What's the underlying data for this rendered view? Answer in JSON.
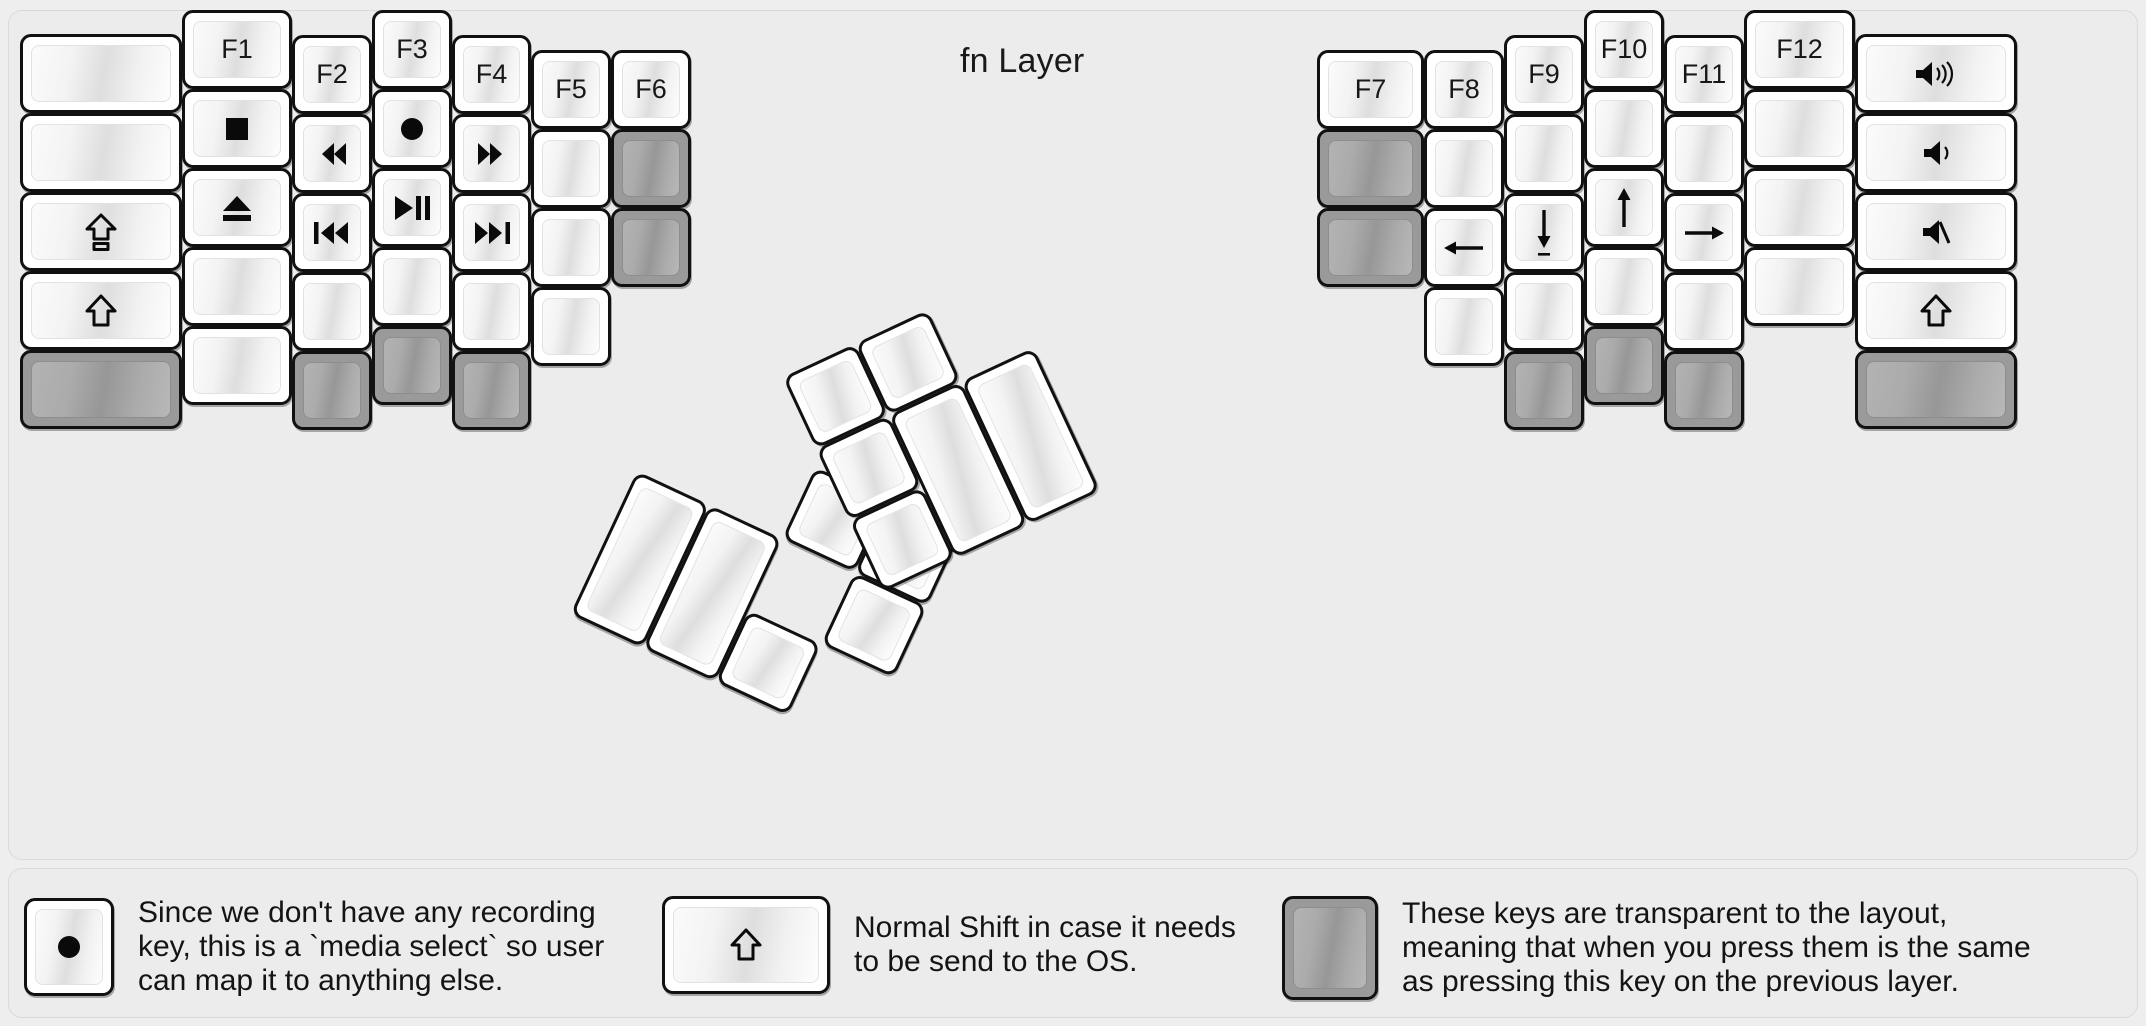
{
  "title": "fn Layer",
  "colors": {
    "background": "#eeeeee",
    "panel": "#ececec",
    "key_face": "#ffffff",
    "key_border": "#111111",
    "transparent_key": "#9a9a9a",
    "text": "#141414"
  },
  "keyboard": {
    "left_half": {
      "columns": [
        {
          "name": "pinky-outer",
          "keys": [
            {
              "label": "",
              "icon": "blank",
              "transparent": false
            },
            {
              "label": "",
              "icon": "blank",
              "transparent": false
            },
            {
              "label": "",
              "icon": "caps-lock",
              "transparent": false
            },
            {
              "label": "",
              "icon": "shift",
              "transparent": false
            },
            {
              "label": "",
              "icon": "blank",
              "transparent": true
            }
          ]
        },
        {
          "name": "pinky",
          "keys": [
            {
              "label": "F1",
              "icon": "text",
              "transparent": false
            },
            {
              "label": "",
              "icon": "media-stop",
              "transparent": false
            },
            {
              "label": "",
              "icon": "media-eject",
              "transparent": false
            },
            {
              "label": "",
              "icon": "blank",
              "transparent": false
            },
            {
              "label": "",
              "icon": "blank",
              "transparent": false
            }
          ]
        },
        {
          "name": "ring",
          "keys": [
            {
              "label": "F2",
              "icon": "text",
              "transparent": false
            },
            {
              "label": "",
              "icon": "media-rewind",
              "transparent": false
            },
            {
              "label": "",
              "icon": "media-prev",
              "transparent": false
            },
            {
              "label": "",
              "icon": "blank",
              "transparent": false
            },
            {
              "label": "",
              "icon": "blank",
              "transparent": true
            }
          ]
        },
        {
          "name": "middle",
          "keys": [
            {
              "label": "F3",
              "icon": "text",
              "transparent": false
            },
            {
              "label": "",
              "icon": "media-record",
              "transparent": false
            },
            {
              "label": "",
              "icon": "media-playpause",
              "transparent": false
            },
            {
              "label": "",
              "icon": "blank",
              "transparent": false
            },
            {
              "label": "",
              "icon": "blank",
              "transparent": true
            }
          ]
        },
        {
          "name": "index",
          "keys": [
            {
              "label": "F4",
              "icon": "text",
              "transparent": false
            },
            {
              "label": "",
              "icon": "media-forward",
              "transparent": false
            },
            {
              "label": "",
              "icon": "media-next",
              "transparent": false
            },
            {
              "label": "",
              "icon": "blank",
              "transparent": false
            },
            {
              "label": "",
              "icon": "blank",
              "transparent": true
            }
          ]
        },
        {
          "name": "index-inner",
          "keys": [
            {
              "label": "F5",
              "icon": "text",
              "transparent": false
            },
            {
              "label": "",
              "icon": "blank",
              "transparent": false
            },
            {
              "label": "",
              "icon": "blank",
              "transparent": false
            },
            {
              "label": "",
              "icon": "blank",
              "transparent": false
            }
          ]
        },
        {
          "name": "extra",
          "keys": [
            {
              "label": "F6",
              "icon": "text",
              "transparent": false
            },
            {
              "label": "",
              "icon": "blank",
              "transparent": true
            },
            {
              "label": "",
              "icon": "blank",
              "transparent": true
            }
          ]
        }
      ],
      "thumb_cluster": [
        {
          "label": "",
          "icon": "blank",
          "size": "2u",
          "transparent": false
        },
        {
          "label": "",
          "icon": "blank",
          "size": "2u",
          "transparent": false
        },
        {
          "label": "",
          "icon": "blank",
          "size": "1u",
          "transparent": false
        },
        {
          "label": "",
          "icon": "blank",
          "size": "1u",
          "transparent": false
        },
        {
          "label": "",
          "icon": "blank",
          "size": "1u",
          "transparent": false
        },
        {
          "label": "",
          "icon": "blank",
          "size": "1u",
          "transparent": false
        }
      ]
    },
    "right_half": {
      "columns": [
        {
          "name": "extra",
          "keys": [
            {
              "label": "F7",
              "icon": "text",
              "transparent": false
            },
            {
              "label": "",
              "icon": "blank",
              "transparent": true
            },
            {
              "label": "",
              "icon": "blank",
              "transparent": true
            }
          ]
        },
        {
          "name": "index-inner",
          "keys": [
            {
              "label": "F8",
              "icon": "text",
              "transparent": false
            },
            {
              "label": "",
              "icon": "blank",
              "transparent": false
            },
            {
              "label": "",
              "icon": "arrow-left",
              "transparent": false
            },
            {
              "label": "",
              "icon": "blank",
              "transparent": false
            }
          ]
        },
        {
          "name": "index",
          "keys": [
            {
              "label": "F9",
              "icon": "text",
              "transparent": false
            },
            {
              "label": "",
              "icon": "blank",
              "transparent": false
            },
            {
              "label": "",
              "icon": "arrow-down",
              "transparent": false
            },
            {
              "label": "",
              "icon": "blank",
              "transparent": false
            },
            {
              "label": "",
              "icon": "blank",
              "transparent": true
            }
          ]
        },
        {
          "name": "middle",
          "keys": [
            {
              "label": "F10",
              "icon": "text",
              "transparent": false
            },
            {
              "label": "",
              "icon": "blank",
              "transparent": false
            },
            {
              "label": "",
              "icon": "arrow-up",
              "transparent": false
            },
            {
              "label": "",
              "icon": "blank",
              "transparent": false
            },
            {
              "label": "",
              "icon": "blank",
              "transparent": true
            }
          ]
        },
        {
          "name": "ring",
          "keys": [
            {
              "label": "F11",
              "icon": "text",
              "transparent": false
            },
            {
              "label": "",
              "icon": "blank",
              "transparent": false
            },
            {
              "label": "",
              "icon": "arrow-right",
              "transparent": false
            },
            {
              "label": "",
              "icon": "blank",
              "transparent": false
            },
            {
              "label": "",
              "icon": "blank",
              "transparent": true
            }
          ]
        },
        {
          "name": "pinky",
          "keys": [
            {
              "label": "F12",
              "icon": "text",
              "transparent": false
            },
            {
              "label": "",
              "icon": "blank",
              "transparent": false
            },
            {
              "label": "",
              "icon": "blank",
              "transparent": false
            },
            {
              "label": "",
              "icon": "blank",
              "transparent": false
            }
          ]
        },
        {
          "name": "pinky-outer",
          "keys": [
            {
              "label": "",
              "icon": "volume-up",
              "transparent": false
            },
            {
              "label": "",
              "icon": "volume-down",
              "transparent": false
            },
            {
              "label": "",
              "icon": "volume-mute",
              "transparent": false
            },
            {
              "label": "",
              "icon": "shift",
              "transparent": false
            },
            {
              "label": "",
              "icon": "blank",
              "transparent": true
            }
          ]
        }
      ],
      "thumb_cluster": [
        {
          "label": "",
          "icon": "blank",
          "size": "1u",
          "transparent": false
        },
        {
          "label": "",
          "icon": "blank",
          "size": "1u",
          "transparent": false
        },
        {
          "label": "",
          "icon": "blank",
          "size": "1u",
          "transparent": false
        },
        {
          "label": "",
          "icon": "blank",
          "size": "1u",
          "transparent": false
        },
        {
          "label": "",
          "icon": "blank",
          "size": "2u",
          "transparent": false
        },
        {
          "label": "",
          "icon": "blank",
          "size": "2u",
          "transparent": false
        }
      ]
    }
  },
  "legend": [
    {
      "key_icon": "media-record",
      "transparent": false,
      "width": "1u",
      "text": "Since we don't have any recording\nkey, this is a `media select` so user\ncan map it to anything else."
    },
    {
      "key_icon": "shift",
      "transparent": false,
      "width": "1.5u",
      "text": "Normal Shift in case it needs\nto be send to the OS."
    },
    {
      "key_icon": "blank",
      "transparent": true,
      "width": "1u",
      "text": "These keys are transparent to the layout,\nmeaning that when you press them is the same\nas pressing this key on the previous layer."
    }
  ]
}
